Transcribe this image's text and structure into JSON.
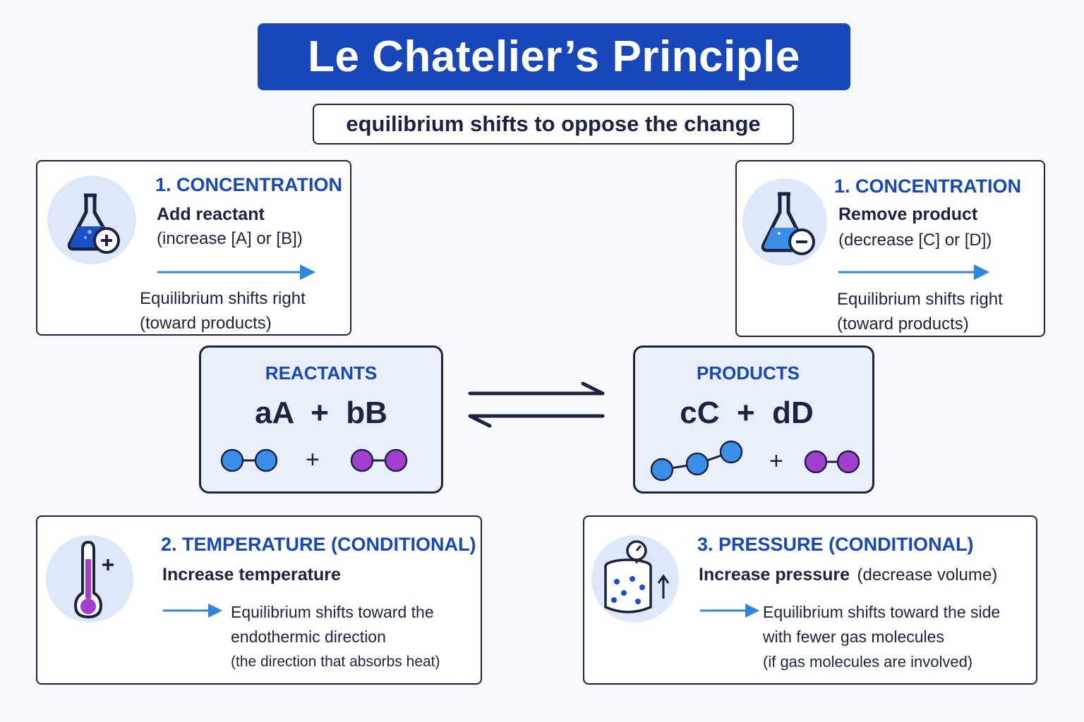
{
  "title": "Le Chatelier’s Principle",
  "subtitle": "equilibrium shifts to oppose the change",
  "card_add_reactant": {
    "heading": "1. CONCENTRATION",
    "action": "Add reactant",
    "detail": "(increase [A] or [B])",
    "result": "Equilibrium shifts right",
    "result_detail": "(toward products)",
    "icon": "flask-plus-icon"
  },
  "card_remove_product": {
    "heading": "1. CONCENTRATION",
    "action": "Remove product",
    "detail": "(decrease [C] or [D])",
    "result": "Equilibrium shifts right",
    "result_detail": "(toward products)",
    "icon": "flask-minus-icon"
  },
  "reactants": {
    "label": "REACTANTS",
    "formula": "aA  +  bB",
    "plus": "+"
  },
  "products": {
    "label": "PRODUCTS",
    "formula": "cC  +  dD",
    "plus": "+"
  },
  "card_temperature": {
    "heading": "2. TEMPERATURE",
    "heading_note": "(CONDITIONAL)",
    "action": "Increase temperature",
    "result_line1": "Equilibrium shifts toward the",
    "result_line2": "endothermic direction",
    "result_line3": "(the direction that absorbs heat)",
    "icon": "thermometer-plus-icon",
    "icon_mark": "+"
  },
  "card_pressure": {
    "heading": "3. PRESSURE",
    "heading_note": "(CONDITIONAL)",
    "action": "Increase pressure",
    "action_note": "(decrease volume)",
    "result_line1": "Equilibrium shifts toward the side",
    "result_line2": "with fewer gas molecules",
    "result_line3": "(if gas molecules are involved)",
    "icon": "pressure-cylinder-icon"
  },
  "colors": {
    "accent": "#1747b8",
    "arrow": "#2e86de",
    "molecule_blue": "#3b8fe8",
    "molecule_purple": "#a23fd0",
    "ink": "#1b2340"
  }
}
